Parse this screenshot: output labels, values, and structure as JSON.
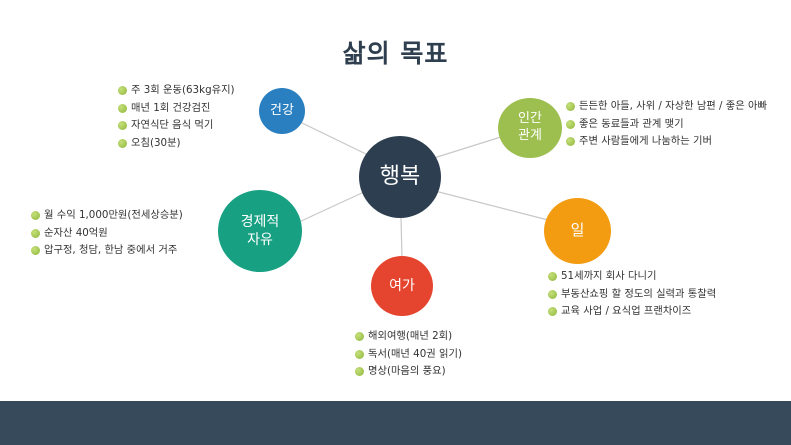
{
  "title": "삶의 목표",
  "center": "행복",
  "health": {
    "label": "건강",
    "items": [
      "주 3회 운동(63kg유지)",
      "매년 1회 건강검진",
      "자연식단 음식 먹기",
      "오침(30분)"
    ]
  },
  "relationships": {
    "label_line1": "인간",
    "label_line2": "관계",
    "items": [
      "든든한 아들, 사위 / 자상한 남편 / 좋은 아빠",
      "좋은 동료들과 관계 맺기",
      "주변 사람들에게 나눔하는 기버"
    ]
  },
  "financial_freedom": {
    "label_line1": "경제적",
    "label_line2": "자유",
    "items": [
      "월 수익 1,000만원(전세상승분)",
      "순자산 40억원",
      "압구정, 청담, 한남 중에서 거주"
    ]
  },
  "work": {
    "label": "일",
    "items": [
      "51세까지 회사 다니기",
      "부동산쇼핑 할 정도의 실력과 통찰력",
      "교육 사업 / 요식업 프랜차이즈"
    ]
  },
  "leisure": {
    "label": "여가",
    "items": [
      "해외여행(매년 2회)",
      "독서(매년 40권 읽기)",
      "명상(마음의 풍요)"
    ]
  },
  "colors": {
    "center": "#2d3e50",
    "health": "#2a7fc0",
    "relationships": "#9cbf4f",
    "financial_freedom": "#18a083",
    "work": "#f39c12",
    "leisure": "#e5452f",
    "bullet": "#8db63a",
    "footer": "#364a5c"
  }
}
